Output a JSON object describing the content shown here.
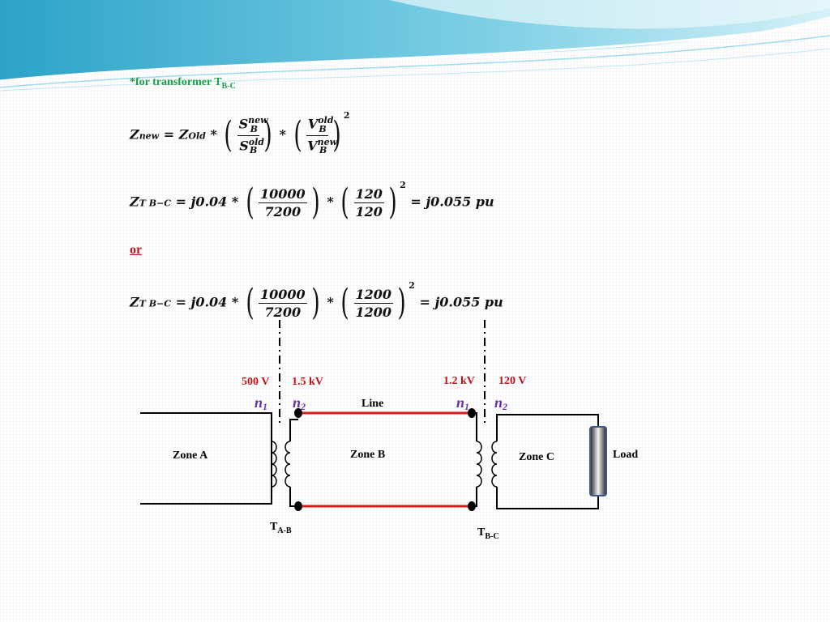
{
  "note": {
    "text": "*for transformer T",
    "sub": "B-C"
  },
  "equations": {
    "general": {
      "lhs": "Z",
      "lhs_sub": "new",
      "eq": "=",
      "z_old": "Z",
      "z_old_sub": "Old",
      "times": "*",
      "s_num": "S",
      "s_num_sup": "new",
      "s_num_sub": "B",
      "s_den": "S",
      "s_den_sup": "old",
      "s_den_sub": "B",
      "v_num": "V",
      "v_num_sup": "old",
      "v_num_sub": "B",
      "v_den": "V",
      "v_den_sup": "new",
      "v_den_sub": "B",
      "power": "2"
    },
    "first": {
      "lhs": "Z",
      "lhs_sub": "T B−C",
      "coef": "= j0.04 *",
      "f1_num": "10000",
      "f1_den": "7200",
      "f2_num": "120",
      "f2_den": "120",
      "power": "2",
      "result": "= j0.055 pu"
    },
    "or_label": "or",
    "second": {
      "lhs": "Z",
      "lhs_sub": "T B−C",
      "coef": "= j0.04 *",
      "f1_num": "10000",
      "f1_den": "7200",
      "f2_num": "1200",
      "f2_den": "1200",
      "power": "2",
      "result": "= j0.055 pu"
    }
  },
  "diagram": {
    "voltages": {
      "tab_primary": "500 V",
      "tab_secondary": "1.5 kV",
      "tbc_primary": "1.2 kV",
      "tbc_secondary": "120 V"
    },
    "turns": {
      "n": "n",
      "sub1": "1",
      "sub2": "2"
    },
    "line_label": "Line",
    "zones": {
      "a": "Zone A",
      "b": "Zone B",
      "c": "Zone C"
    },
    "load_label": "Load",
    "transformers": {
      "t": "T",
      "tab_sub": "A-B",
      "tbc_sub": "B-C"
    },
    "colors": {
      "line": "#e01b1b",
      "voltage_text": "#c0141c",
      "turns_text": "#6a2fa0",
      "note_text": "#1e9e4b"
    }
  }
}
